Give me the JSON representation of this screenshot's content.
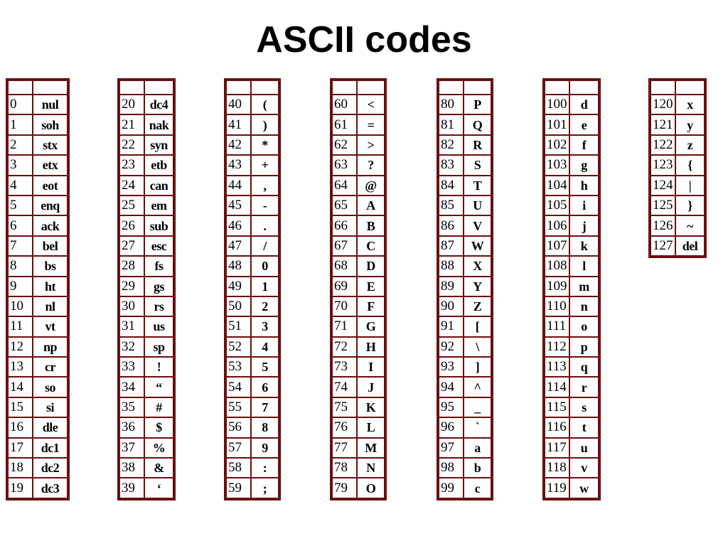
{
  "title": "ASCII codes",
  "columns": [
    {
      "rows": [
        [
          "0",
          "nul"
        ],
        [
          "1",
          "soh"
        ],
        [
          "2",
          "stx"
        ],
        [
          "3",
          "etx"
        ],
        [
          "4",
          "eot"
        ],
        [
          "5",
          "enq"
        ],
        [
          "6",
          "ack"
        ],
        [
          "7",
          "bel"
        ],
        [
          "8",
          "bs"
        ],
        [
          "9",
          "ht"
        ],
        [
          "10",
          "nl"
        ],
        [
          "11",
          "vt"
        ],
        [
          "12",
          "np"
        ],
        [
          "13",
          "cr"
        ],
        [
          "14",
          "so"
        ],
        [
          "15",
          "si"
        ],
        [
          "16",
          "dle"
        ],
        [
          "17",
          "dc1"
        ],
        [
          "18",
          "dc2"
        ],
        [
          "19",
          "dc3"
        ]
      ]
    },
    {
      "rows": [
        [
          "20",
          "dc4"
        ],
        [
          "21",
          "nak"
        ],
        [
          "22",
          "syn"
        ],
        [
          "23",
          "etb"
        ],
        [
          "24",
          "can"
        ],
        [
          "25",
          "em"
        ],
        [
          "26",
          "sub"
        ],
        [
          "27",
          "esc"
        ],
        [
          "28",
          "fs"
        ],
        [
          "29",
          "gs"
        ],
        [
          "30",
          "rs"
        ],
        [
          "31",
          "us"
        ],
        [
          "32",
          "sp"
        ],
        [
          "33",
          "!"
        ],
        [
          "34",
          "“"
        ],
        [
          "35",
          "#"
        ],
        [
          "36",
          "$"
        ],
        [
          "37",
          "%"
        ],
        [
          "38",
          "&"
        ],
        [
          "39",
          "‘"
        ]
      ]
    },
    {
      "rows": [
        [
          "40",
          "("
        ],
        [
          "41",
          ")"
        ],
        [
          "42",
          "*"
        ],
        [
          "43",
          "+"
        ],
        [
          "44",
          ","
        ],
        [
          "45",
          "-"
        ],
        [
          "46",
          "."
        ],
        [
          "47",
          "/"
        ],
        [
          "48",
          "0"
        ],
        [
          "49",
          "1"
        ],
        [
          "50",
          "2"
        ],
        [
          "51",
          "3"
        ],
        [
          "52",
          "4"
        ],
        [
          "53",
          "5"
        ],
        [
          "54",
          "6"
        ],
        [
          "55",
          "7"
        ],
        [
          "56",
          "8"
        ],
        [
          "57",
          "9"
        ],
        [
          "58",
          ":"
        ],
        [
          "59",
          ";"
        ]
      ]
    },
    {
      "rows": [
        [
          "60",
          "<"
        ],
        [
          "61",
          "="
        ],
        [
          "62",
          ">"
        ],
        [
          "63",
          "?"
        ],
        [
          "64",
          "@"
        ],
        [
          "65",
          "A"
        ],
        [
          "66",
          "B"
        ],
        [
          "67",
          "C"
        ],
        [
          "68",
          "D"
        ],
        [
          "69",
          "E"
        ],
        [
          "70",
          "F"
        ],
        [
          "71",
          "G"
        ],
        [
          "72",
          "H"
        ],
        [
          "73",
          "I"
        ],
        [
          "74",
          "J"
        ],
        [
          "75",
          "K"
        ],
        [
          "76",
          "L"
        ],
        [
          "77",
          "M"
        ],
        [
          "78",
          "N"
        ],
        [
          "79",
          "O"
        ]
      ]
    },
    {
      "rows": [
        [
          "80",
          "P"
        ],
        [
          "81",
          "Q"
        ],
        [
          "82",
          "R"
        ],
        [
          "83",
          "S"
        ],
        [
          "84",
          "T"
        ],
        [
          "85",
          "U"
        ],
        [
          "86",
          "V"
        ],
        [
          "87",
          "W"
        ],
        [
          "88",
          "X"
        ],
        [
          "89",
          "Y"
        ],
        [
          "90",
          "Z"
        ],
        [
          "91",
          "["
        ],
        [
          "92",
          "\\"
        ],
        [
          "93",
          "]"
        ],
        [
          "94",
          "^"
        ],
        [
          "95",
          "_"
        ],
        [
          "96",
          "`"
        ],
        [
          "97",
          "a"
        ],
        [
          "98",
          "b"
        ],
        [
          "99",
          "c"
        ]
      ]
    },
    {
      "rows": [
        [
          "100",
          "d"
        ],
        [
          "101",
          "e"
        ],
        [
          "102",
          "f"
        ],
        [
          "103",
          "g"
        ],
        [
          "104",
          "h"
        ],
        [
          "105",
          "i"
        ],
        [
          "106",
          "j"
        ],
        [
          "107",
          "k"
        ],
        [
          "108",
          "l"
        ],
        [
          "109",
          "m"
        ],
        [
          "110",
          "n"
        ],
        [
          "111",
          "o"
        ],
        [
          "112",
          "p"
        ],
        [
          "113",
          "q"
        ],
        [
          "114",
          "r"
        ],
        [
          "115",
          "s"
        ],
        [
          "116",
          "t"
        ],
        [
          "117",
          "u"
        ],
        [
          "118",
          "v"
        ],
        [
          "119",
          "w"
        ]
      ]
    },
    {
      "rows": [
        [
          "120",
          "x"
        ],
        [
          "121",
          "y"
        ],
        [
          "122",
          "z"
        ],
        [
          "123",
          "{"
        ],
        [
          "124",
          "|"
        ],
        [
          "125",
          "}"
        ],
        [
          "126",
          "~"
        ],
        [
          "127",
          "del"
        ]
      ]
    }
  ]
}
